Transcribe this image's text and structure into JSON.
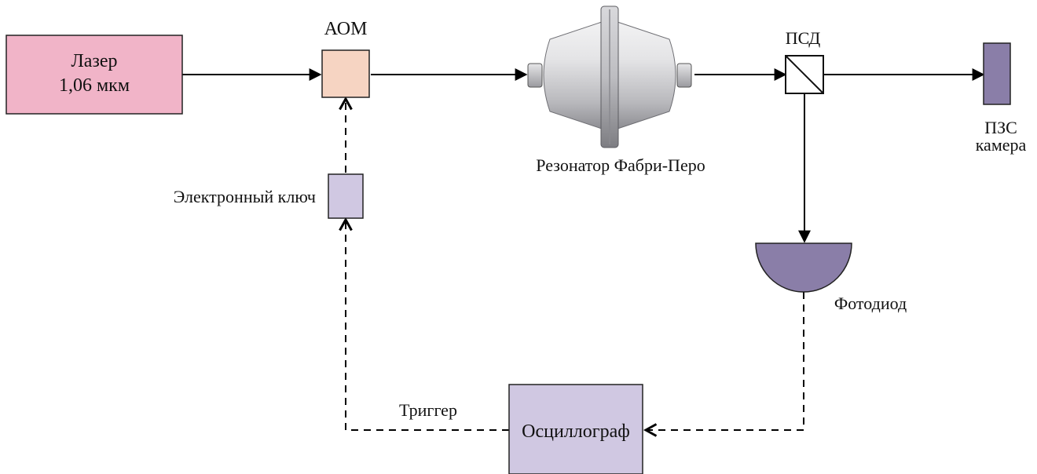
{
  "components": {
    "laser": {
      "line1": "Лазер",
      "line2": "1,06 мкм",
      "color": "#f1b4c8"
    },
    "aom": {
      "label": "АОМ",
      "color": "#f6d4c2"
    },
    "resonator": {
      "label": "Резонатор Фабри-Перо",
      "color": "#c9c9cc"
    },
    "pbs": {
      "label": "ПСД"
    },
    "ccd_camera": {
      "line1": "ПЗС",
      "line2": "камера",
      "color": "#8a7ea8"
    },
    "photodiode": {
      "label": "Фотодиод",
      "color": "#8a7ea8"
    },
    "electronic_switch": {
      "label": "Электронный ключ",
      "color": "#d0c8e2"
    },
    "oscilloscope": {
      "label": "Осциллограф",
      "color": "#d0c8e2"
    }
  },
  "signals": {
    "trigger": "Триггер"
  }
}
